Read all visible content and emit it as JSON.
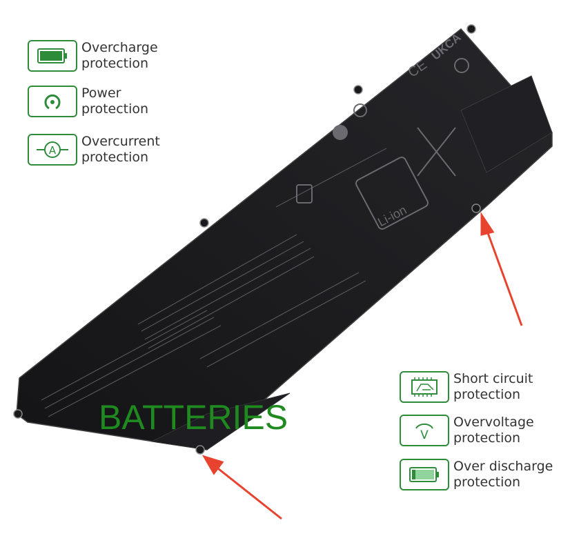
{
  "features_left": [
    {
      "icon": "battery-full-icon",
      "line1": "Overcharge",
      "line2": "protection"
    },
    {
      "icon": "power-icon",
      "line1": "Power",
      "line2": "protection"
    },
    {
      "icon": "ammeter-icon",
      "line1": "Overcurrent",
      "line2": "protection"
    }
  ],
  "features_right": [
    {
      "icon": "circuit-board-icon",
      "line1": "Short circuit",
      "line2": "protection"
    },
    {
      "icon": "voltmeter-icon",
      "line1": "Overvoltage",
      "line2": "protection"
    },
    {
      "icon": "battery-low-icon",
      "line1": "Over discharge",
      "line2": "protection"
    }
  ],
  "watermark": "BATTERIES",
  "label_marks": [
    "UKCA",
    "CE",
    "Li-ion"
  ],
  "colors": {
    "accent_green": "#2e8b3a",
    "arrow_red": "#e8432e",
    "battery_body": "#1c1c1e"
  }
}
